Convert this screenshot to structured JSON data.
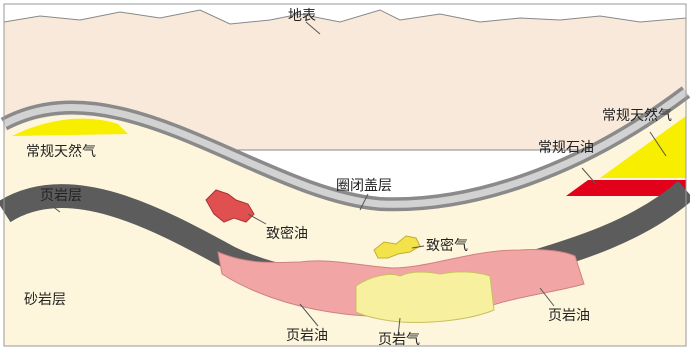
{
  "labels": {
    "surface": "地表",
    "conventional_gas_left": "常规天然气",
    "conventional_oil": "常规石油",
    "conventional_gas_right": "常规天然气",
    "cap_rock": "圈闭盖层",
    "shale_layer": "页岩层",
    "tight_oil": "致密油",
    "tight_gas": "致密气",
    "sandstone_layer": "砂岩层",
    "shale_oil_left": "页岩油",
    "shale_gas": "页岩气",
    "shale_oil_right": "页岩油"
  },
  "colors": {
    "surface_fill": "#f8e9da",
    "sandstone_fill": "#fdf6dc",
    "cap_rock_outer": "#8a8a8a",
    "cap_rock_inner": "#d2d2d2",
    "shale_band": "#5c5c5c",
    "shale_oil": "#f2a5a5",
    "shale_gas": "#f7f09e",
    "tight_oil": "#e05050",
    "tight_gas": "#f3e24a",
    "conventional_gas": "#f7ee00",
    "conventional_oil": "#e2001a"
  }
}
